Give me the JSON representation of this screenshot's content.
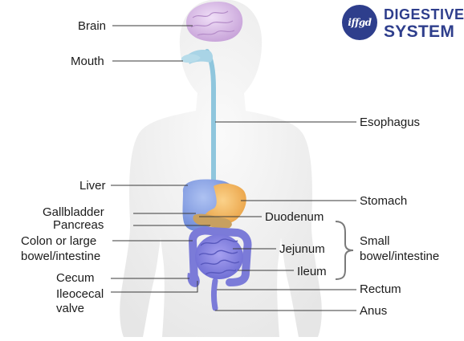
{
  "logo": {
    "mark": "iffgd",
    "line1": "DIGESTIVE",
    "line2": "SYSTEM",
    "color": "#2e3e8c"
  },
  "labels": {
    "brain": "Brain",
    "mouth": "Mouth",
    "esophagus": "Esophagus",
    "liver": "Liver",
    "stomach": "Stomach",
    "gallbladder": "Gallbladder",
    "pancreas": "Pancreas",
    "duodenum": "Duodenum",
    "colon_line1": "Colon or large",
    "colon_line2": "bowel/intestine",
    "jejunum": "Jejunum",
    "small_line1": "Small",
    "small_line2": "bowel/intestine",
    "cecum": "Cecum",
    "ileum": "Ileum",
    "ileocecal_line1": "Ileocecal",
    "ileocecal_line2": "valve",
    "rectum": "Rectum",
    "anus": "Anus"
  },
  "colors": {
    "body": "#eeeeee",
    "brain": "#d9bfe6",
    "esophagus": "#8fc6dd",
    "liver": "#8aa4e6",
    "stomach": "#f4b964",
    "intestine": "#7f7fe0",
    "leader": "#3a3a3a"
  }
}
